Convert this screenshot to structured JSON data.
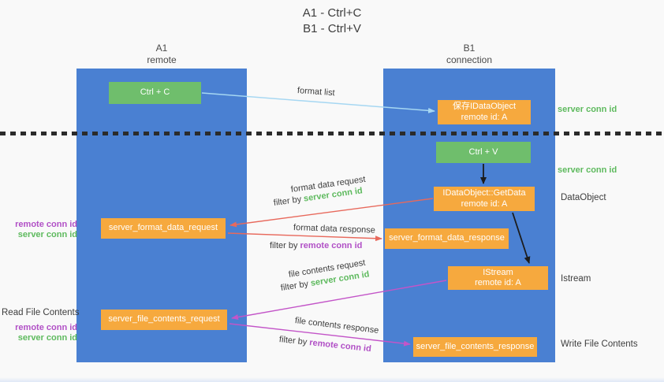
{
  "title": {
    "line1": "A1 - Ctrl+C",
    "line2": "B1 - Ctrl+V"
  },
  "columns": {
    "left": {
      "name": "A1",
      "subtitle": "remote"
    },
    "right": {
      "name": "B1",
      "subtitle": "connection"
    }
  },
  "boxes": {
    "ctrl_c": {
      "label": "Ctrl + C"
    },
    "ctrl_v": {
      "label": "Ctrl + V"
    },
    "save_dataobject": {
      "line1": "保存IDataObject",
      "line2": "remote id: A"
    },
    "getdata": {
      "line1": "IDataObject::GetData",
      "line2": "remote id: A"
    },
    "istream": {
      "line1": "IStream",
      "line2": "remote id: A"
    },
    "server_format_data_request": {
      "label": "server_format_data_request"
    },
    "server_format_data_response": {
      "label": "server_format_data_response"
    },
    "server_file_contents_request": {
      "label": "server_file_contents_request"
    },
    "server_file_contents_response": {
      "label": "server_file_contents_response"
    }
  },
  "arrow_labels": {
    "format_list": "format list",
    "format_data_request": "format data request",
    "format_data_request_filter": {
      "prefix": "filter by ",
      "value": "server conn id"
    },
    "format_data_response": "format data response",
    "format_data_response_filter": {
      "prefix": "filter by ",
      "value": "remote conn id"
    },
    "file_contents_request": "file contents request",
    "file_contents_request_filter": {
      "prefix": "filter by ",
      "value": "server conn id"
    },
    "file_contents_response": "file contents response",
    "file_contents_response_filter": {
      "prefix": "filter by ",
      "value": "remote conn id"
    }
  },
  "side_labels": {
    "server_conn_id_top": "server conn id",
    "server_conn_id_mid": "server conn id",
    "dataobject": "DataObject",
    "istream": "Istream",
    "write_file_contents": "Write File Contents",
    "read_file_contents": "Read File Contents",
    "format_remote_conn_id": "remote conn id",
    "format_server_conn_id": "server conn id",
    "file_remote_conn_id": "remote conn id",
    "file_server_conn_id": "server conn id"
  },
  "colors": {
    "background": "#f9f9f9",
    "column_blue": "#4a80d2",
    "box_green": "#6fbe6c",
    "box_orange": "#f6a93e",
    "text_green": "#5eba5e",
    "text_purple": "#b150c6",
    "arrow_red": "#e8695c",
    "arrow_purple": "#c355c8",
    "arrow_light_blue": "#a6d7f2",
    "arrow_black": "#1c1c1c",
    "dotted_line": "#2b2b2b"
  }
}
